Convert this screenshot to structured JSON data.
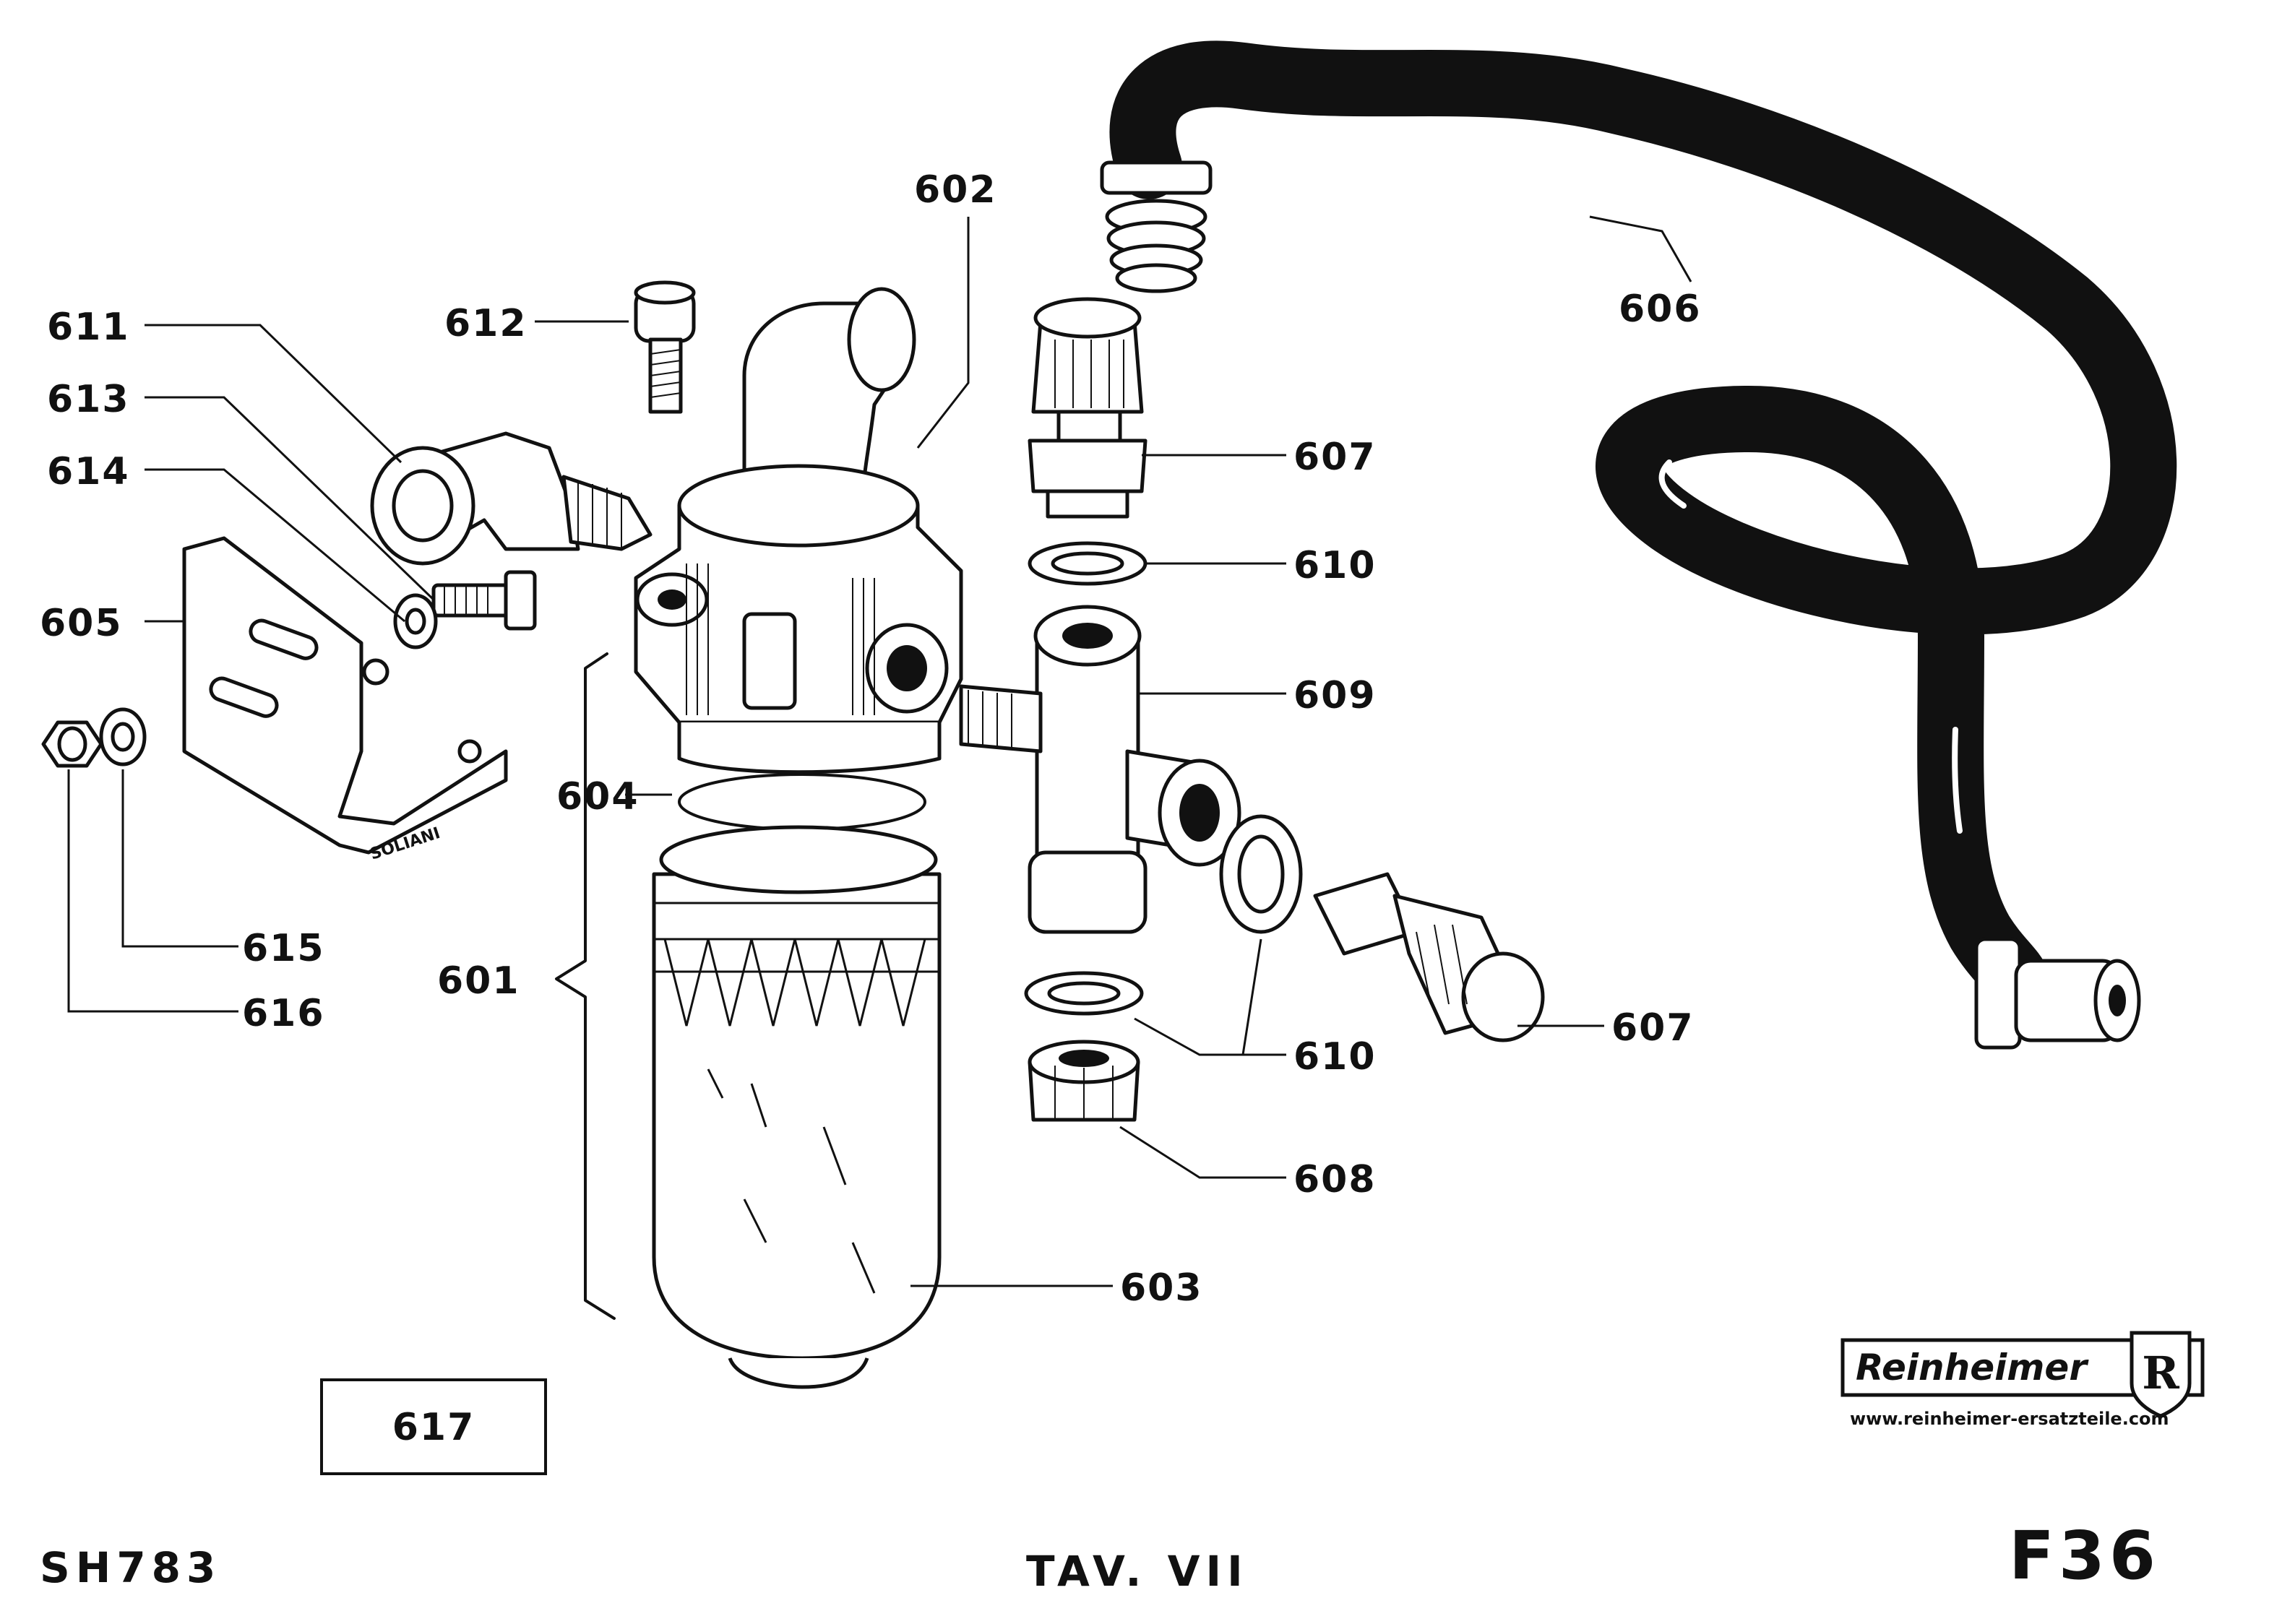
{
  "callouts": {
    "c601": "601",
    "c602": "602",
    "c603": "603",
    "c604": "604",
    "c605": "605",
    "c606": "606",
    "c607a": "607",
    "c607b": "607",
    "c608": "608",
    "c609": "609",
    "c610a": "610",
    "c610b": "610",
    "c611": "611",
    "c612": "612",
    "c613": "613",
    "c614": "614",
    "c615": "615",
    "c616": "616",
    "c617": "617"
  },
  "bracket_stamp": "SOLIANI",
  "footer": {
    "left_code": "SH783",
    "center": "TAV. VII",
    "right_code": "F36"
  },
  "logo": {
    "name": "Reinheimer",
    "mark": "R",
    "url": "www.reinheimer-ersatzteile.com"
  }
}
